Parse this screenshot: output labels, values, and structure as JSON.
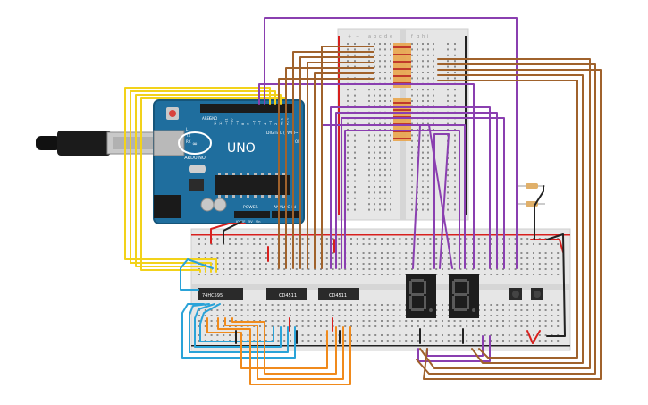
{
  "arduino": {
    "brand": "UNO",
    "logo_text": "ARDUINO",
    "digital_header": "DIGITAL (PWM~)",
    "power_label": "POWER",
    "analog_label": "ANALOG IN",
    "aref": "AREF",
    "gnd": "GND",
    "tx": "TX",
    "rx": "RX",
    "on": "ON",
    "l": "L",
    "ioref": "IOREF",
    "reset": "RESET",
    "v33": "3.3V",
    "v5": "5V",
    "vin": "Vin",
    "pins_digital": [
      "13",
      "12",
      "~11",
      "~10",
      "~9",
      "8",
      "7",
      "~6",
      "~5",
      "4",
      "~3",
      "2",
      "TX 1",
      "RX 0"
    ],
    "pins_analog": [
      "A0",
      "A1",
      "A2",
      "A3",
      "A4",
      "A5"
    ]
  },
  "chips": [
    {
      "label": "74HC595"
    },
    {
      "label": "CD4511"
    },
    {
      "label": "CD4511"
    }
  ],
  "small_breadboard": {
    "cols_left": [
      "a",
      "b",
      "c",
      "d",
      "e"
    ],
    "cols_right": [
      "f",
      "g",
      "h",
      "i",
      "j"
    ],
    "rail_plus": "+",
    "rail_minus": "−"
  },
  "displays": [
    {
      "name": "seven-segment-left"
    },
    {
      "name": "seven-segment-right"
    }
  ],
  "colors": {
    "arduino_blue": "#1f6e9e",
    "breadboard": "#e6e6e6",
    "chip": "#2a2a2a",
    "wire_yellow": "#f2d21a",
    "wire_purple": "#8a3fb0",
    "wire_brown": "#a0622c",
    "wire_blue": "#2aa3d8",
    "wire_orange": "#f08a1c",
    "wire_red": "#d8201e",
    "wire_black": "#222222"
  }
}
